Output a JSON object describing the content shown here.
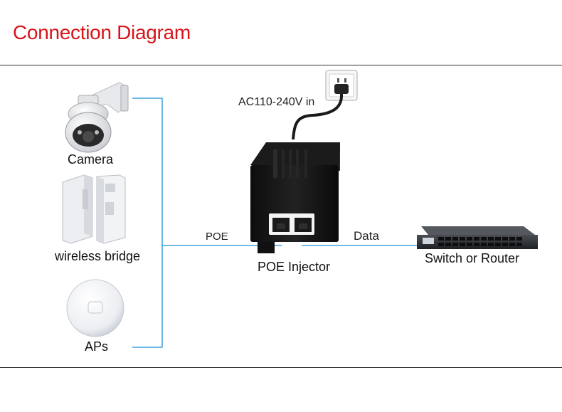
{
  "header": {
    "title": "Connection Diagram"
  },
  "devices": {
    "camera": "Camera",
    "bridge": "wireless bridge",
    "ap": "APs",
    "injector": "POE Injector",
    "switch": "Switch or Router"
  },
  "links": {
    "power": "AC110-240V in",
    "poe": "POE",
    "data": "Data"
  },
  "colors": {
    "title": "#d7141a",
    "line": "#1e90d6"
  }
}
